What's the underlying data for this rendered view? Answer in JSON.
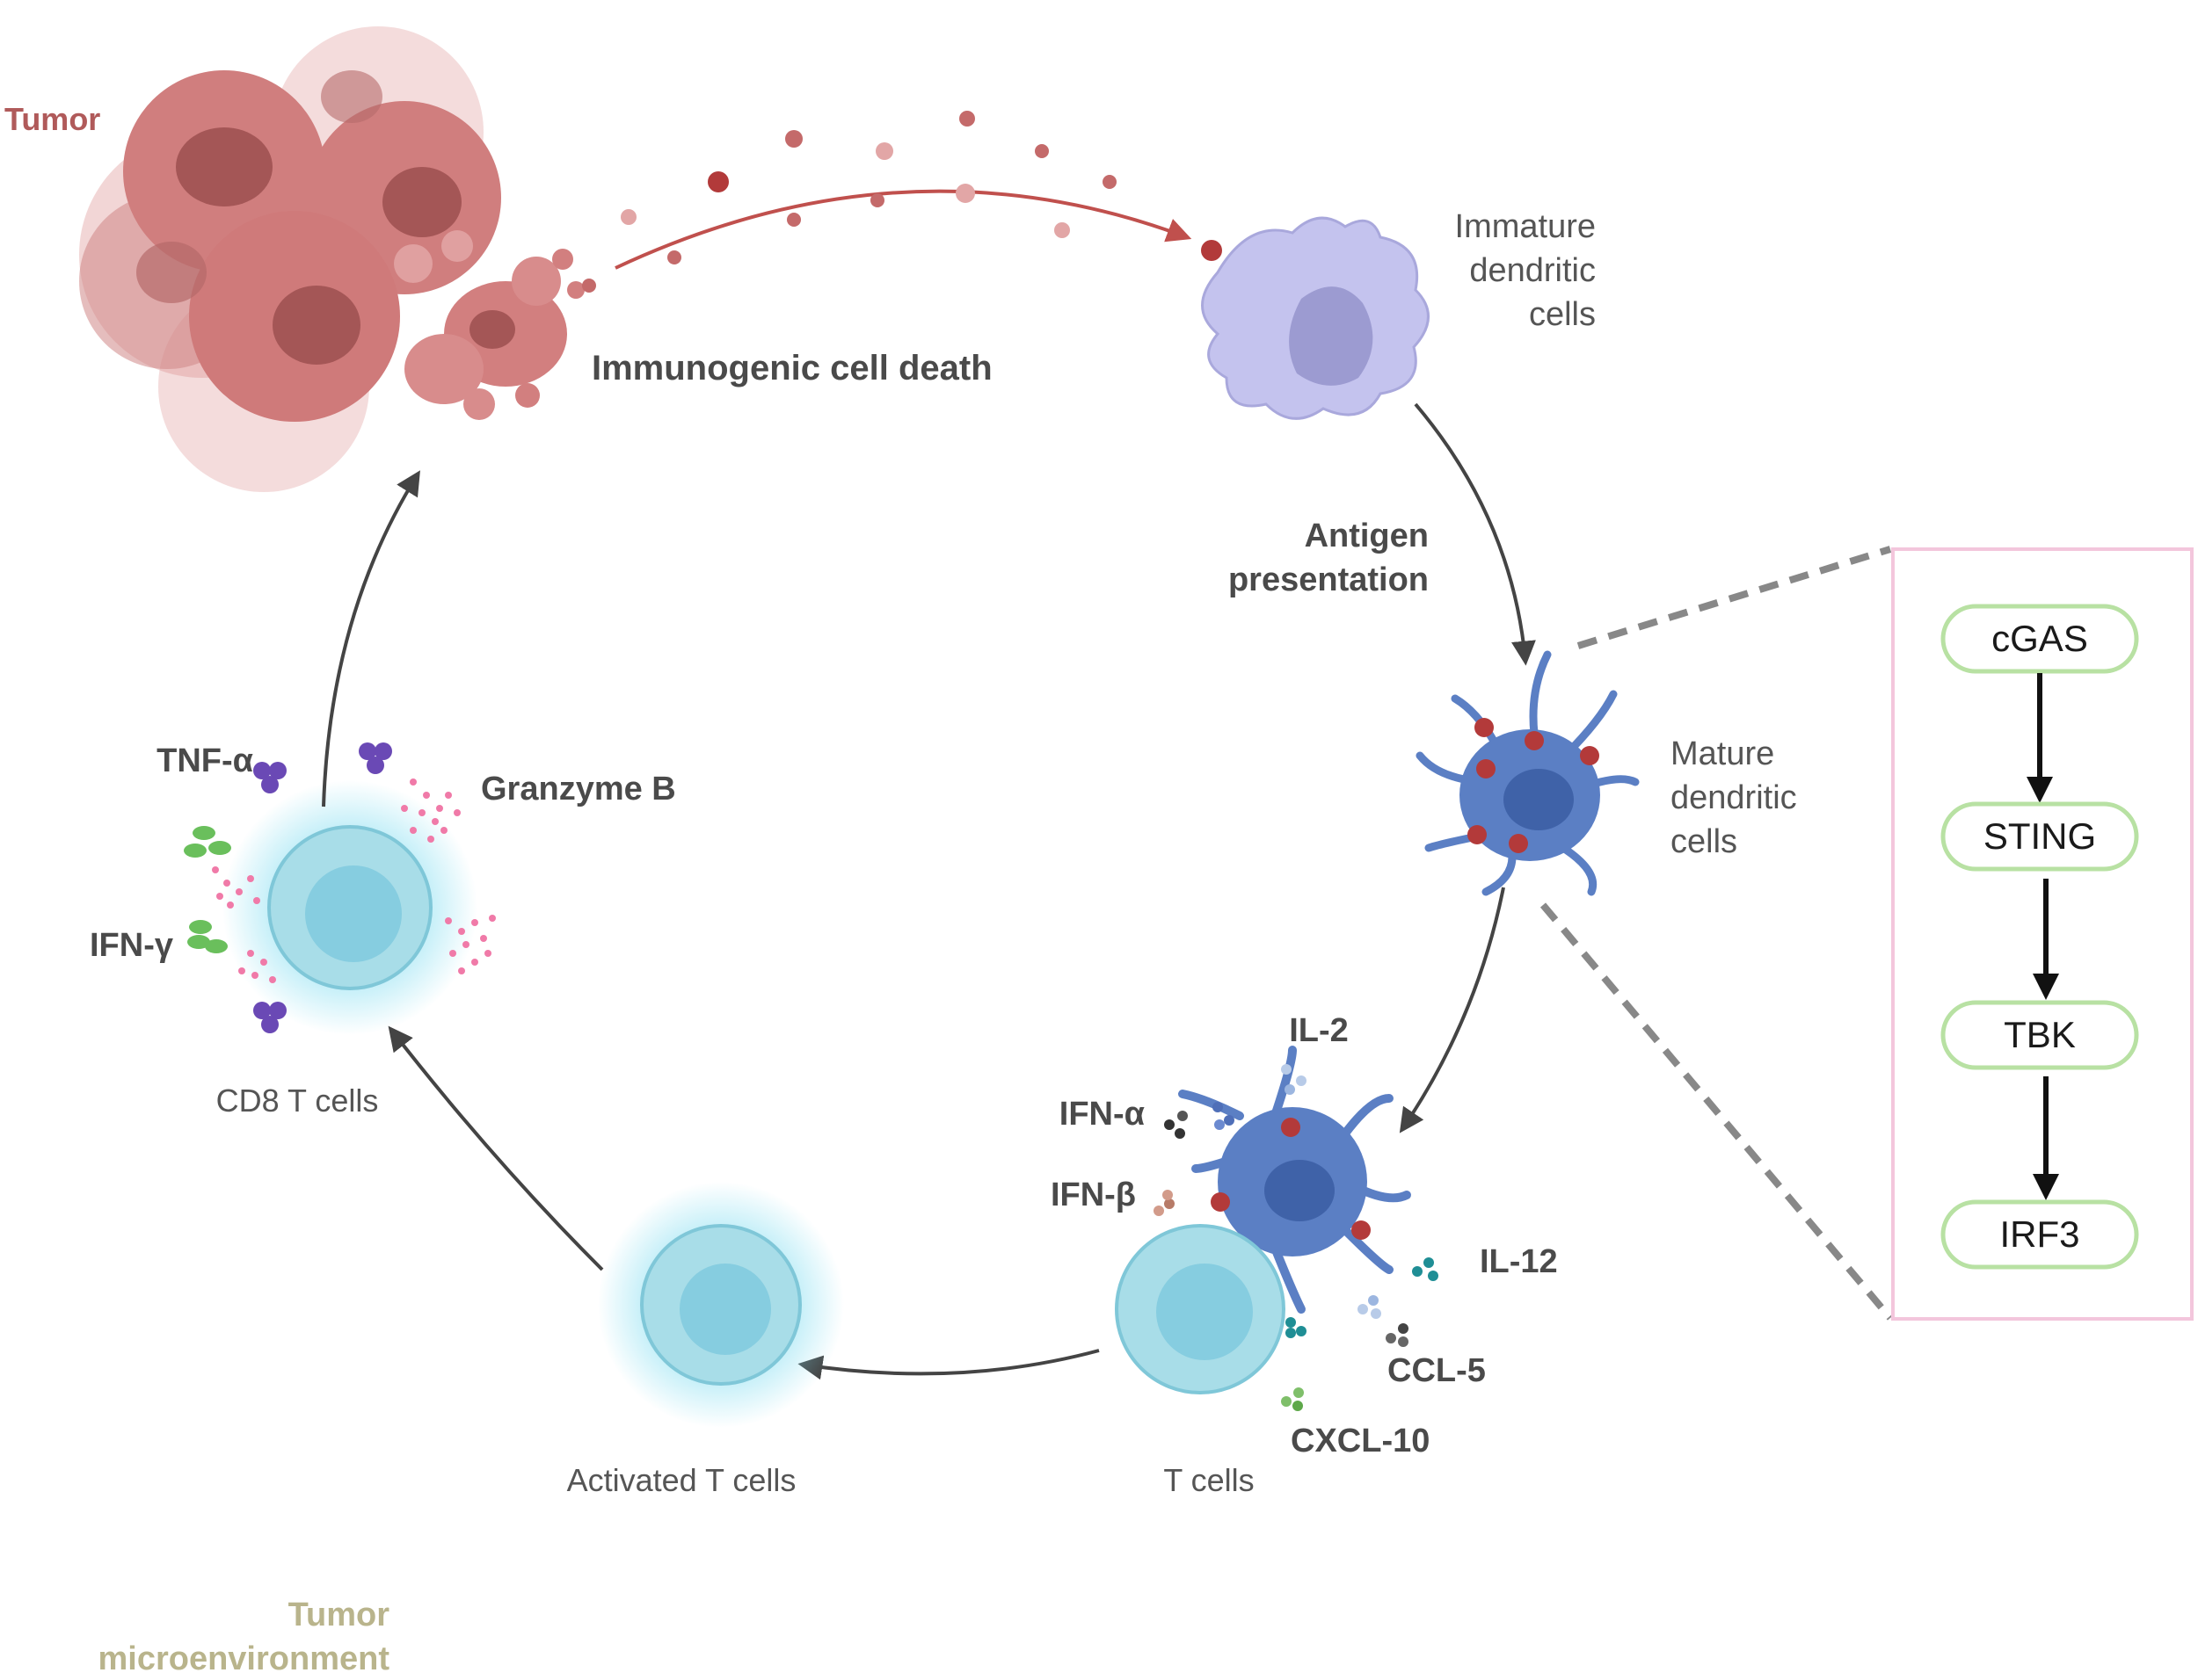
{
  "labels": {
    "tumor": "Tumor",
    "tumor_microenvironment": [
      "Tumor",
      "microenvironment"
    ],
    "immunogenic_cell_death": "Immunogenic cell death",
    "immature_dc": [
      "Immature",
      "dendritic",
      "cells"
    ],
    "antigen_presentation": [
      "Antigen",
      "presentation"
    ],
    "mature_dc": [
      "Mature",
      "dendritic",
      "cells"
    ],
    "t_cells": "T cells",
    "activated_t_cells": "Activated T cells",
    "cd8_t_cells": "CD8 T cells"
  },
  "cytokines": {
    "il2": "IL-2",
    "ifn_alpha": "IFN-α",
    "ifn_beta": "IFN-β",
    "il12": "IL-12",
    "ccl5": "CCL-5",
    "cxcl10": "CXCL-10",
    "tnf_alpha": "TNF-α",
    "granzyme_b": "Granzyme B",
    "ifn_gamma": "IFN-γ"
  },
  "pathway": {
    "nodes": [
      "cGAS",
      "STING",
      "TBK",
      "IRF3"
    ]
  },
  "colors": {
    "tumor_text": "#b05a5a",
    "microenv_text": "#b9b48c",
    "tumor_cell": "#d98a8a",
    "tumor_nucleus": "#a45656",
    "immature_dc": "#c4c3ee",
    "mature_dc": "#5b7fc4",
    "t_cell": "#a8dde8",
    "arrow": "#444444",
    "release_arrow": "#c0504d",
    "box_border": "#f3c6dc",
    "node_border": "#a6d98d"
  }
}
